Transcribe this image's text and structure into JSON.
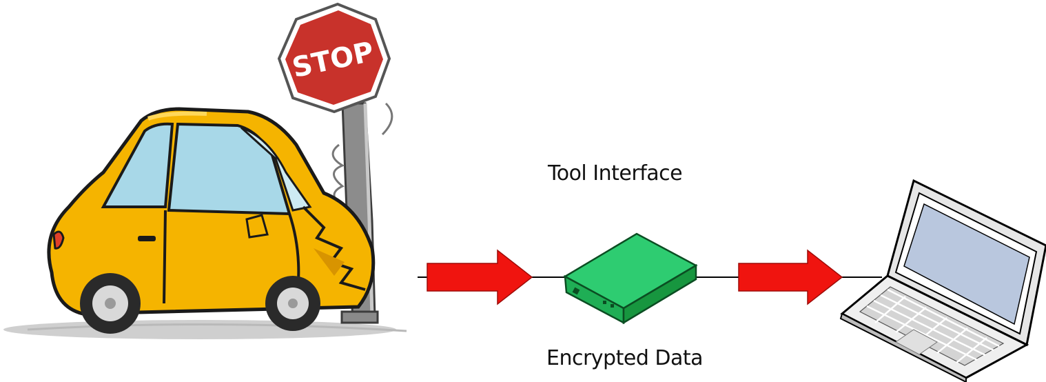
{
  "labels": {
    "top": "Tool Interface",
    "bottom": "Encrypted Data"
  },
  "sign_text": "STOP",
  "colors": {
    "arrow": "#f0140f",
    "device": "#22c55e",
    "car_body": "#f5b400",
    "stop_sign": "#c8322b",
    "connector": "#000000"
  },
  "icons": [
    "crashed-car-icon",
    "stop-sign-icon",
    "network-device-icon",
    "laptop-icon"
  ]
}
